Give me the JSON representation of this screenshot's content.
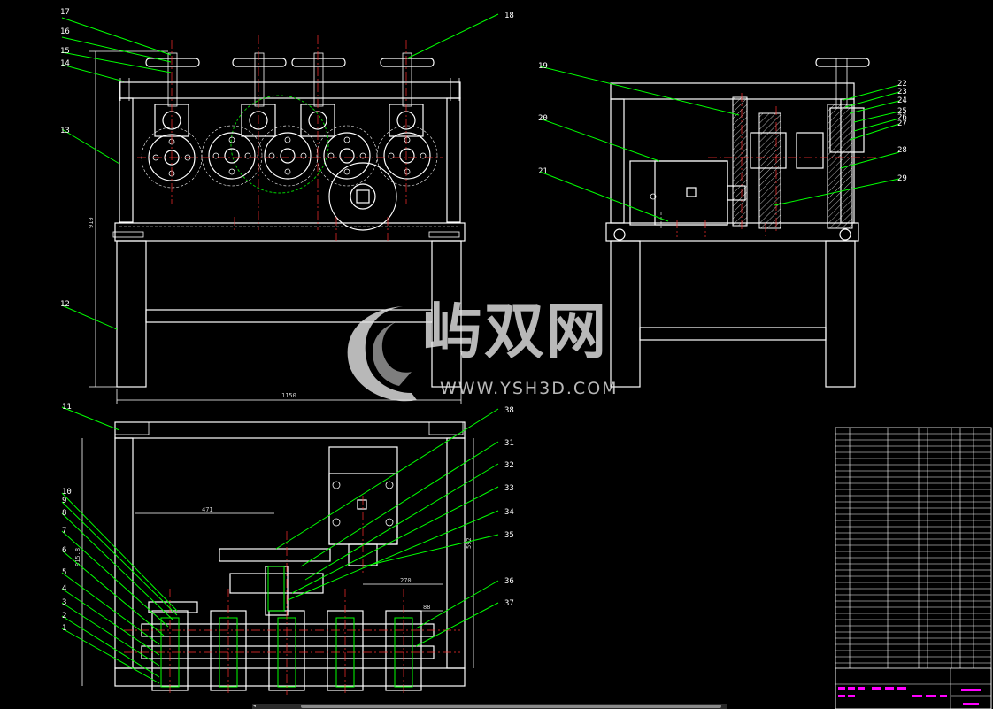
{
  "watermark": {
    "text": "屿双网",
    "url": "WWW.YSH3D.COM"
  },
  "balloons": [
    {
      "id": "b17",
      "label": "17"
    },
    {
      "id": "b16",
      "label": "16"
    },
    {
      "id": "b15",
      "label": "15"
    },
    {
      "id": "b14",
      "label": "14"
    },
    {
      "id": "b13",
      "label": "13"
    },
    {
      "id": "b12",
      "label": "12"
    },
    {
      "id": "b18",
      "label": "18"
    },
    {
      "id": "b19",
      "label": "19"
    },
    {
      "id": "b20",
      "label": "20"
    },
    {
      "id": "b21",
      "label": "21"
    },
    {
      "id": "b22",
      "label": "22"
    },
    {
      "id": "b23",
      "label": "23"
    },
    {
      "id": "b24",
      "label": "24"
    },
    {
      "id": "b25",
      "label": "25"
    },
    {
      "id": "b26",
      "label": "26"
    },
    {
      "id": "b27",
      "label": "27"
    },
    {
      "id": "b28",
      "label": "28"
    },
    {
      "id": "b29",
      "label": "29"
    },
    {
      "id": "b11",
      "label": "11"
    },
    {
      "id": "b10",
      "label": "10"
    },
    {
      "id": "b9",
      "label": "9"
    },
    {
      "id": "b8",
      "label": "8"
    },
    {
      "id": "b7",
      "label": "7"
    },
    {
      "id": "b6",
      "label": "6"
    },
    {
      "id": "b5",
      "label": "5"
    },
    {
      "id": "b4",
      "label": "4"
    },
    {
      "id": "b3",
      "label": "3"
    },
    {
      "id": "b2",
      "label": "2"
    },
    {
      "id": "b1",
      "label": "1"
    },
    {
      "id": "b38",
      "label": "38"
    },
    {
      "id": "b31",
      "label": "31"
    },
    {
      "id": "b32",
      "label": "32"
    },
    {
      "id": "b33",
      "label": "33"
    },
    {
      "id": "b34",
      "label": "34"
    },
    {
      "id": "b35",
      "label": "35"
    },
    {
      "id": "b36",
      "label": "36"
    },
    {
      "id": "b37",
      "label": "37"
    }
  ],
  "dimensions": {
    "front_height": "910",
    "front_width": "1150",
    "top_a": "471",
    "top_b": "270",
    "top_c": "88",
    "top_height_left": "915.8",
    "top_height_right": "592"
  },
  "colors": {
    "background": "#000000",
    "outline": "#ffffff",
    "leader": "#00ff00",
    "centerline": "#ff3030",
    "title_block_accent": "#ff00ff"
  },
  "scrollbar": {
    "arrow": "◂"
  }
}
